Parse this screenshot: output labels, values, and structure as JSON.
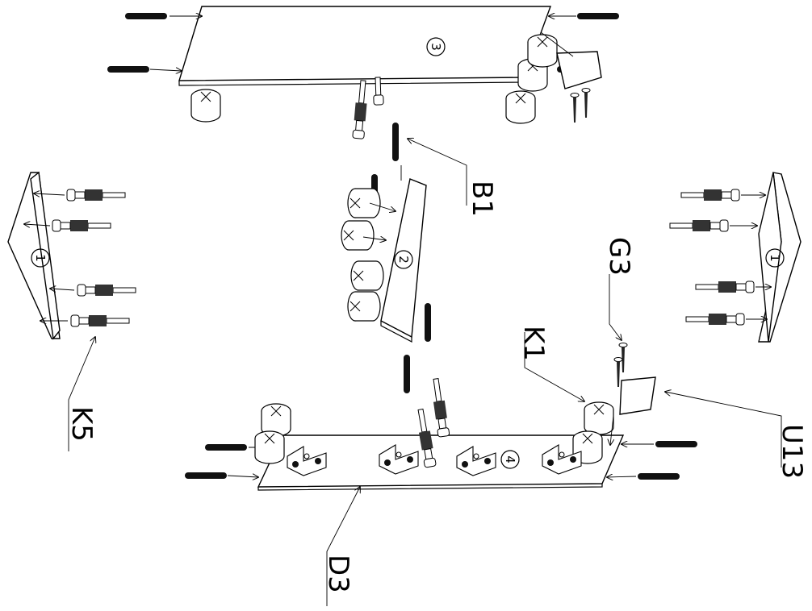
{
  "part_numbers": {
    "p1_left": "1",
    "p1_right": "1",
    "p2": "2",
    "p3": "3",
    "p4": "4"
  },
  "callouts": {
    "b1": "B1",
    "g3": "G3",
    "k1": "K1",
    "k5": "K5",
    "u13": "U13",
    "d3": "D3"
  }
}
